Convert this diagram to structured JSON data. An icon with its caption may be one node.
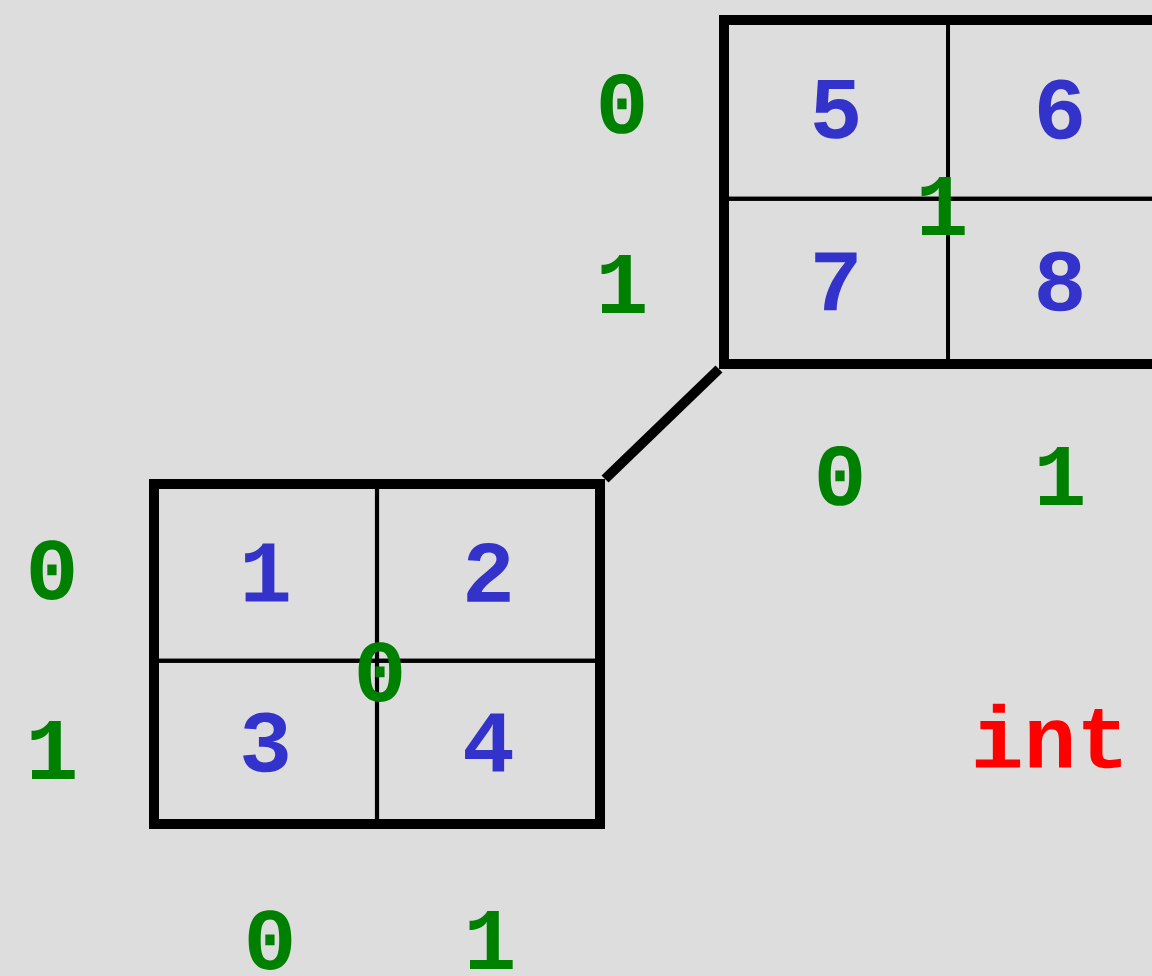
{
  "diagram": {
    "nodes": [
      {
        "text": [],
        "shape": "box"
      },
      {
        "text": [
          "5"
        ],
        "in": 0
      },
      {
        "text": [
          "6"
        ],
        "in": 0
      },
      {
        "text": [
          "7"
        ],
        "in": 0
      },
      {
        "text": [
          "8"
        ],
        "in": 0
      },
      {
        "text": [],
        "shape": "box"
      },
      {
        "text": [
          "1"
        ],
        "in": 5
      },
      {
        "text": [
          "2"
        ],
        "in": 5
      },
      {
        "text": [
          "3"
        ],
        "in": 5
      },
      {
        "text": [
          "4"
        ],
        "in": 5
      }
    ],
    "edges": [
      {
        "from": 5,
        "to": 0,
        "arrow": "none"
      }
    ],
    "labels": [
      "0",
      "1",
      "1",
      "0",
      "1",
      "0",
      "0",
      "1",
      "int",
      "0",
      "1"
    ]
  }
}
